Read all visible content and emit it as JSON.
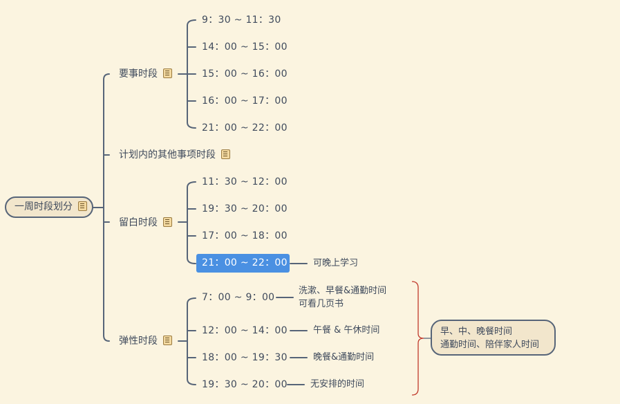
{
  "root": {
    "label": "一周时段划分",
    "icon": "memo-icon"
  },
  "branches": {
    "important": {
      "label": "要事时段",
      "icon": "memo-icon",
      "items": [
        "9：30 ~ 11：30",
        "14：00 ~ 15：00",
        "15：00 ~ 16：00",
        "16：00 ~ 17：00",
        "21：00 ~ 22：00"
      ]
    },
    "other": {
      "label": "计划内的其他事项时段",
      "icon": "memo-icon"
    },
    "blank": {
      "label": "留白时段",
      "icon": "memo-icon",
      "items": [
        "11：30 ~ 12：00",
        "19：30 ~ 20：00",
        "17：00 ~ 18：00",
        "21：00 ~ 22：00"
      ],
      "selected_note": "可晚上学习"
    },
    "flexible": {
      "label": "弹性时段",
      "icon": "memo-icon",
      "items": [
        {
          "time": "7：00 ~ 9：00",
          "note_line1": "洗漱、早餐&通勤时间",
          "note_line2": "可看几页书"
        },
        {
          "time": "12：00 ~ 14：00",
          "note_line1": "午餐 & 午休时间"
        },
        {
          "time": "18：00 ~ 19：30",
          "note_line1": "晚餐&通勤时间"
        },
        {
          "time": "19：30 ~ 20：00",
          "note_line1": "无安排的时间"
        }
      ],
      "summary": {
        "line1": "早、中、晚餐时间",
        "line2": "通勤时间、陪伴家人时间"
      }
    }
  },
  "colors": {
    "background": "#fbf4e0",
    "line": "#566478",
    "selected": "#4a90e2",
    "brace": "#c0392b"
  }
}
